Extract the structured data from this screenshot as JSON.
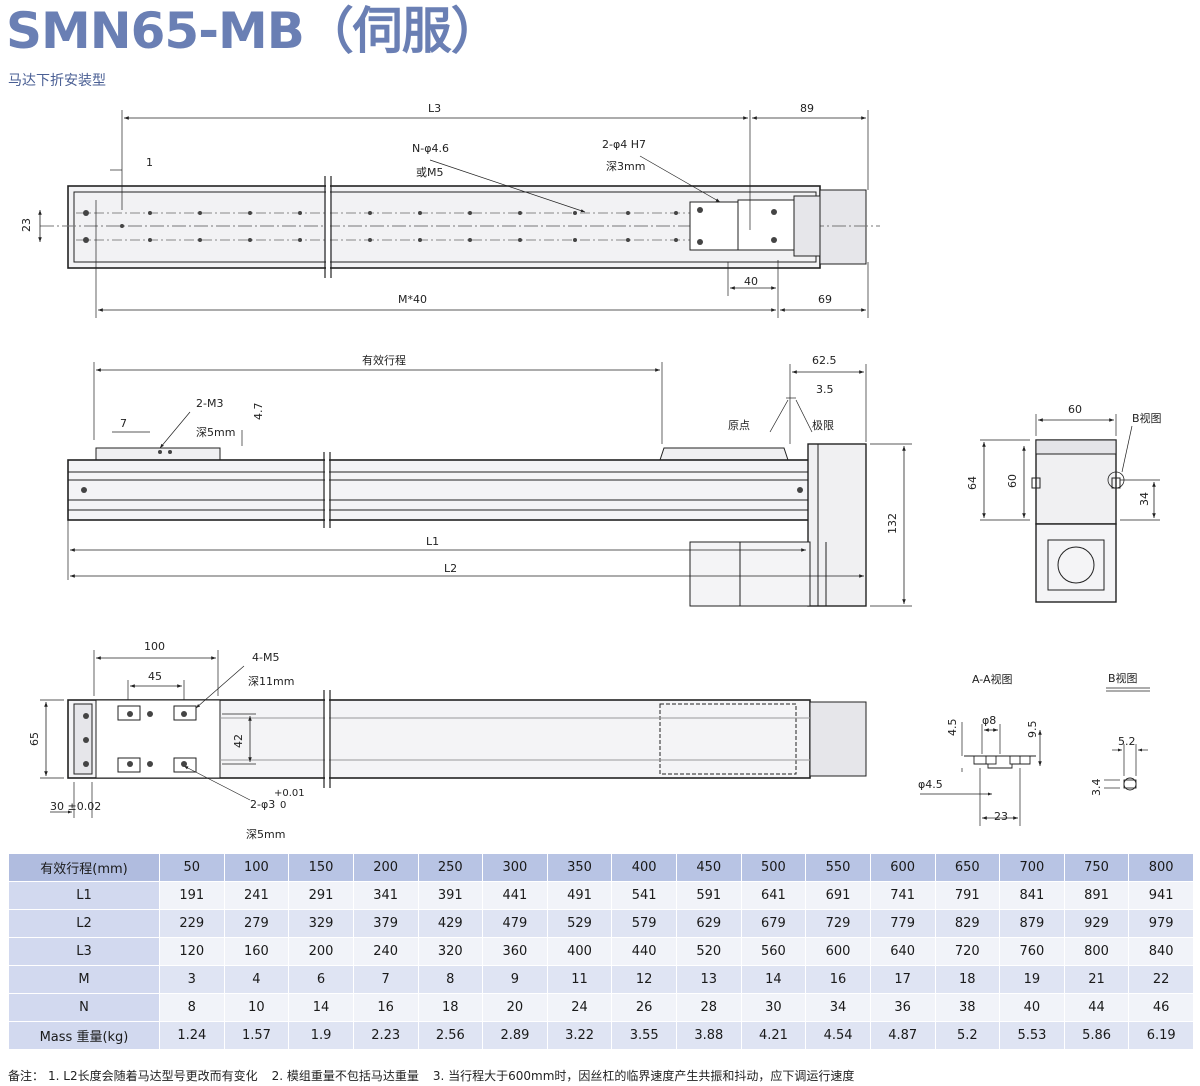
{
  "title": "SMN65-MB（伺服）",
  "subtitle": "马达下折安装型",
  "drawing": {
    "top_view": {
      "L3": "L3",
      "d89": "89",
      "d1": "1",
      "d23": "23",
      "hole_n": "N-φ4.6",
      "hole_n_alt": "或M5",
      "pin": "2-φ4  H7",
      "pin_depth": "深3mm",
      "d40": "40",
      "d69": "69",
      "m40": "M*40"
    },
    "side_view": {
      "stroke": "有效行程",
      "d62_5": "62.5",
      "d3_5": "3.5",
      "m3": "2-M3",
      "m3_depth": "深5mm",
      "d7": "7",
      "d4_7": "4.7",
      "origin": "原点",
      "limit": "极限",
      "L1": "L1",
      "L2": "L2",
      "d132": "132"
    },
    "end_view": {
      "d60w": "60",
      "b_view": "B视图",
      "d64": "64",
      "d60h": "60",
      "d34": "34"
    },
    "bottom_view": {
      "d100": "100",
      "d45": "45",
      "m5": "4-M5",
      "m5_depth": "深11mm",
      "d65": "65",
      "d42": "42",
      "d30": "30 ±0.02",
      "pin3": "2-φ3",
      "tol_up": "+0.01",
      "tol_dn": "0",
      "pin3_depth": "深5mm"
    },
    "section_aa": {
      "label": "A-A视图",
      "d4_5": "4.5",
      "phi8": "φ8",
      "d9_5": "9.5",
      "phi4_5": "φ4.5",
      "d23": "23"
    },
    "view_b": {
      "label": "B视图",
      "d5_2": "5.2",
      "d3_4": "3.4"
    }
  },
  "table": {
    "header_label": "有效行程(mm)",
    "strokes": [
      "50",
      "100",
      "150",
      "200",
      "250",
      "300",
      "350",
      "400",
      "450",
      "500",
      "550",
      "600",
      "650",
      "700",
      "750",
      "800"
    ],
    "rows": [
      {
        "label": "L1",
        "values": [
          "191",
          "241",
          "291",
          "341",
          "391",
          "441",
          "491",
          "541",
          "591",
          "641",
          "691",
          "741",
          "791",
          "841",
          "891",
          "941"
        ]
      },
      {
        "label": "L2",
        "values": [
          "229",
          "279",
          "329",
          "379",
          "429",
          "479",
          "529",
          "579",
          "629",
          "679",
          "729",
          "779",
          "829",
          "879",
          "929",
          "979"
        ]
      },
      {
        "label": "L3",
        "values": [
          "120",
          "160",
          "200",
          "240",
          "320",
          "360",
          "400",
          "440",
          "520",
          "560",
          "600",
          "640",
          "720",
          "760",
          "800",
          "840"
        ]
      },
      {
        "label": "M",
        "values": [
          "3",
          "4",
          "6",
          "7",
          "8",
          "9",
          "11",
          "12",
          "13",
          "14",
          "16",
          "17",
          "18",
          "19",
          "21",
          "22"
        ]
      },
      {
        "label": "N",
        "values": [
          "8",
          "10",
          "14",
          "16",
          "18",
          "20",
          "24",
          "26",
          "28",
          "30",
          "34",
          "36",
          "38",
          "40",
          "44",
          "46"
        ]
      },
      {
        "label": "Mass 重量(kg)",
        "values": [
          "1.24",
          "1.57",
          "1.9",
          "2.23",
          "2.56",
          "2.89",
          "3.22",
          "3.55",
          "3.88",
          "4.21",
          "4.54",
          "4.87",
          "5.2",
          "5.53",
          "5.86",
          "6.19"
        ]
      }
    ]
  },
  "notes": {
    "prefix": "备注：",
    "n1": "1. L2长度会随着马达型号更改而有变化",
    "n2": "2. 模组重量不包括马达重量",
    "n3": "3. 当行程大于600mm时，因丝杠的临界速度产生共振和抖动，应下调运行速度"
  },
  "colors": {
    "title": "#6a7fb4",
    "table_header": "#b8c4e4",
    "table_alt": "#dfe4f3",
    "line": "#222222"
  }
}
